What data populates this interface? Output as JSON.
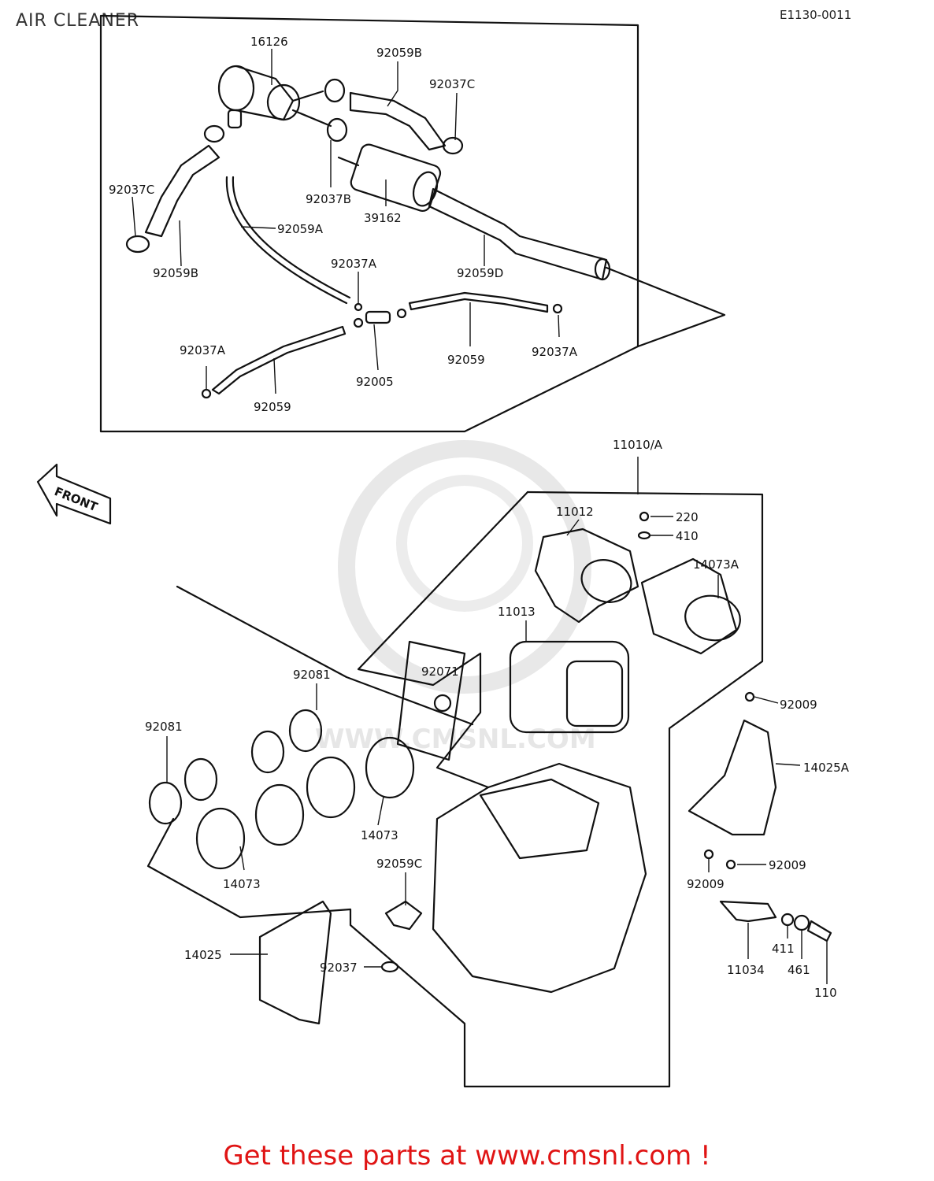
{
  "header": {
    "title": "AIR CLEANER",
    "code": "E1130-0011"
  },
  "footer": {
    "text": "Get these parts at www.cmsnl.com !"
  },
  "watermark": {
    "text": "WWW.CMSNL.COM"
  },
  "front_arrow": {
    "label": "FRONT"
  },
  "parts": {
    "p16126": "16126",
    "p92059B_top": "92059B",
    "p92037C_top": "92037C",
    "p92037C_left": "92037C",
    "p92037B": "92037B",
    "p92059A": "92059A",
    "p39162": "39162",
    "p92059B_left": "92059B",
    "p92037A_mid": "92037A",
    "p92059D": "92059D",
    "p92037A_left": "92037A",
    "p92005": "92005",
    "p92059_mid": "92059",
    "p92037A_right": "92037A",
    "p92059_left": "92059",
    "p11010A": "11010/A",
    "p11012": "11012",
    "p220": "220",
    "p410": "410",
    "p14073A": "14073A",
    "p11013": "11013",
    "p92081_top": "92081",
    "p92071": "92071",
    "p92081_left": "92081",
    "p92009_top": "92009",
    "p14025A": "14025A",
    "p14073_right": "14073",
    "p92059C": "92059C",
    "p14073_left": "14073",
    "p92009_bl": "92009",
    "p92009_br": "92009",
    "p14025": "14025",
    "p92037": "92037",
    "p11034": "11034",
    "p411": "411",
    "p461": "461",
    "p110": "110"
  },
  "colors": {
    "ink": "#111111",
    "footer": "#e01414",
    "watermark": "#e6e6e6"
  }
}
